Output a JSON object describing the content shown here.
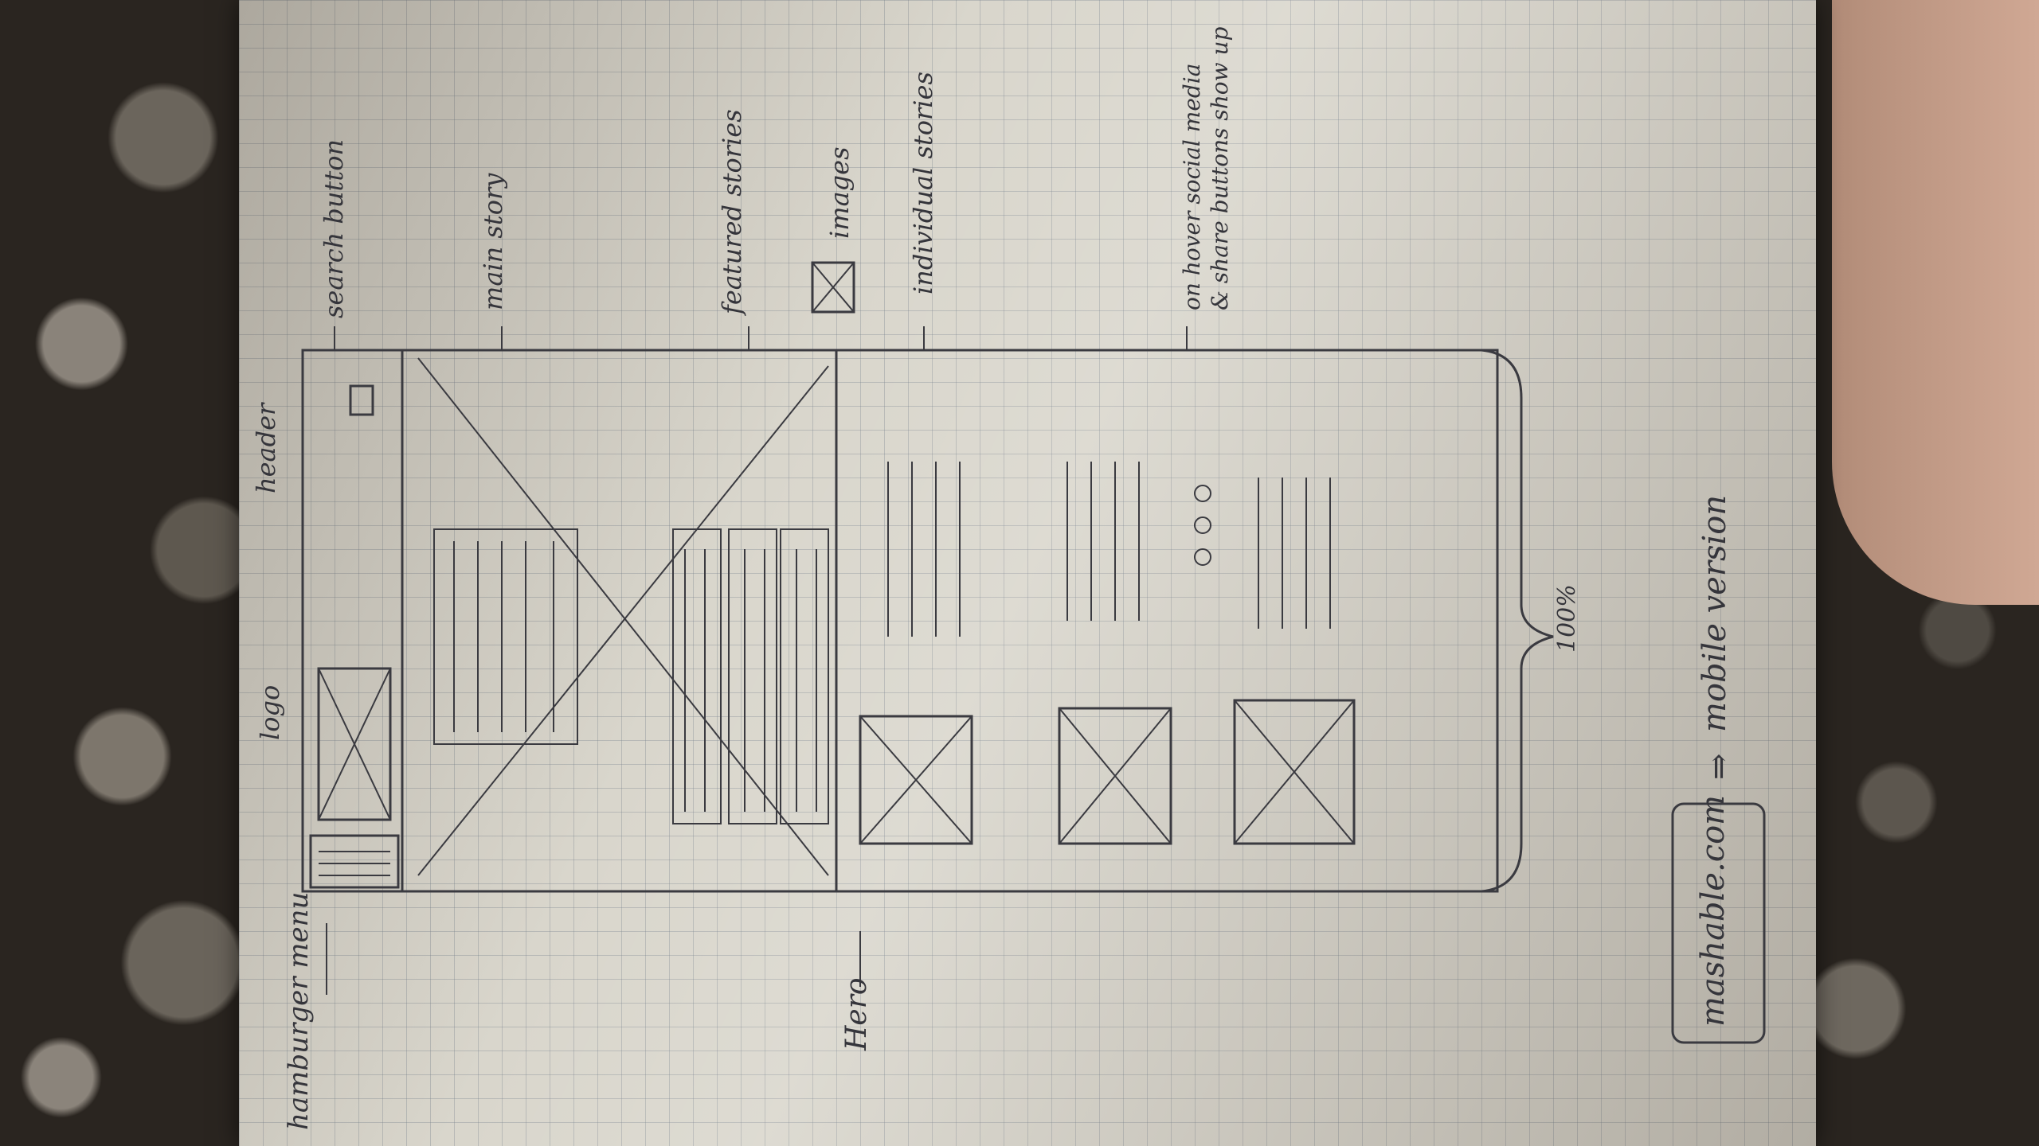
{
  "sketch": {
    "labels": {
      "hamburger": "hamburger menu",
      "logo": "logo",
      "header": "header",
      "search": "search button",
      "main_story": "main story",
      "images": "images",
      "hero": "Hero",
      "featured": "featured stories",
      "individual": "individual stories",
      "hover_line1": "on hover social media",
      "hover_line2": "& share buttons show up",
      "width": "100%",
      "site": "mashable.com",
      "arrow": "⇒",
      "version": "mobile version"
    }
  }
}
